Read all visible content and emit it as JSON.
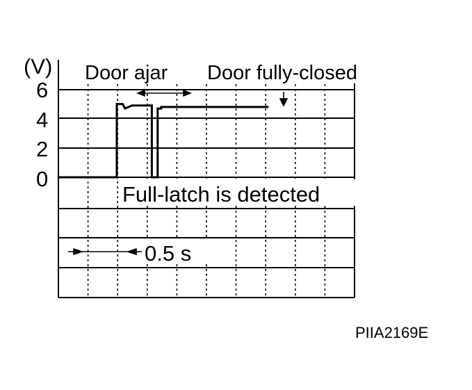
{
  "chart_data": {
    "type": "line",
    "title": "",
    "ylabel": "(V)",
    "xlabel": "",
    "ylim": [
      0,
      6
    ],
    "yticks": [
      "6",
      "4",
      "2",
      "0"
    ],
    "grid": true,
    "series": [
      {
        "name": "",
        "points": [
          [
            0.0,
            0
          ],
          [
            0.5,
            0
          ],
          [
            0.5,
            4.9
          ],
          [
            0.55,
            4.9
          ],
          [
            0.57,
            4.6
          ],
          [
            0.63,
            4.8
          ],
          [
            0.8,
            4.8
          ],
          [
            0.8,
            0
          ],
          [
            0.85,
            0
          ],
          [
            0.85,
            4.6
          ],
          [
            0.88,
            4.6
          ],
          [
            0.88,
            4.7
          ],
          [
            1.8,
            4.7
          ]
        ]
      }
    ],
    "annotations": {
      "door_ajar": "Door ajar",
      "door_fully_closed": "Door fully-closed",
      "full_latch": "Full-latch is detected",
      "time_scale": "0.5 s"
    }
  },
  "figure_code": "PIIA2169E"
}
